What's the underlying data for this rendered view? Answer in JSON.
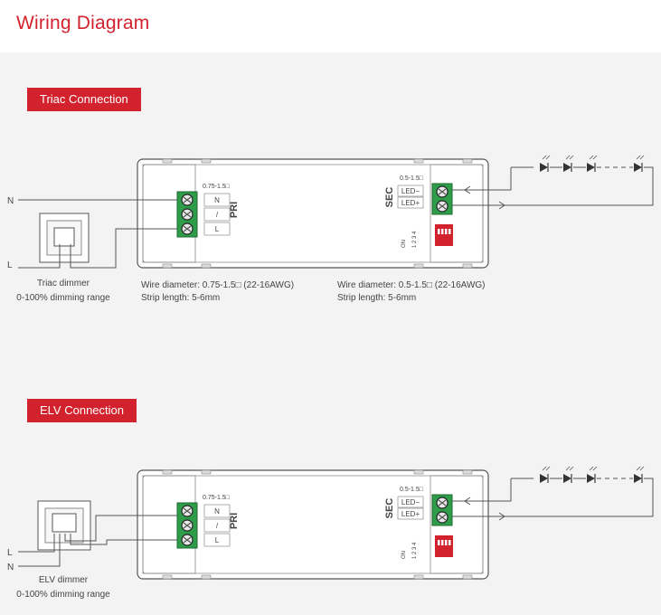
{
  "title": "Wiring Diagram",
  "sections": [
    {
      "label": "Triac Connection",
      "input_labels": [
        "N",
        "L"
      ],
      "dimmer_name": "Triac dimmer",
      "dimmer_range": "0-100% dimming range",
      "pri_range": "0.75-1.5□",
      "pri_terminals": [
        "N",
        "/",
        "L"
      ],
      "pri_label": "PRI",
      "sec_range": "0.5-1.5□",
      "sec_terminals": [
        "LED−",
        "LED+"
      ],
      "sec_label": "SEC",
      "dip_label": "ON",
      "dip_numbers": "1 2 3 4",
      "wire_pri_diameter": "Wire diameter: 0.75-1.5□ (22-16AWG)",
      "wire_pri_strip": "Strip length: 5-6mm",
      "wire_sec_diameter": "Wire diameter: 0.5-1.5□ (22-16AWG)",
      "wire_sec_strip": "Strip length: 5-6mm"
    },
    {
      "label": "ELV Connection",
      "input_labels": [
        "L",
        "N"
      ],
      "dimmer_name": "ELV dimmer",
      "dimmer_range": "0-100% dimming range",
      "pri_range": "0.75-1.5□",
      "pri_terminals": [
        "N",
        "/",
        "L"
      ],
      "pri_label": "PRI",
      "sec_range": "0.5-1.5□",
      "sec_terminals": [
        "LED−",
        "LED+"
      ],
      "sec_label": "SEC",
      "dip_label": "ON",
      "dip_numbers": "1 2 3 4"
    }
  ],
  "colors": {
    "brand_red": "#d2222d",
    "terminal_green": "#2f9c4a",
    "line": "#555555"
  }
}
